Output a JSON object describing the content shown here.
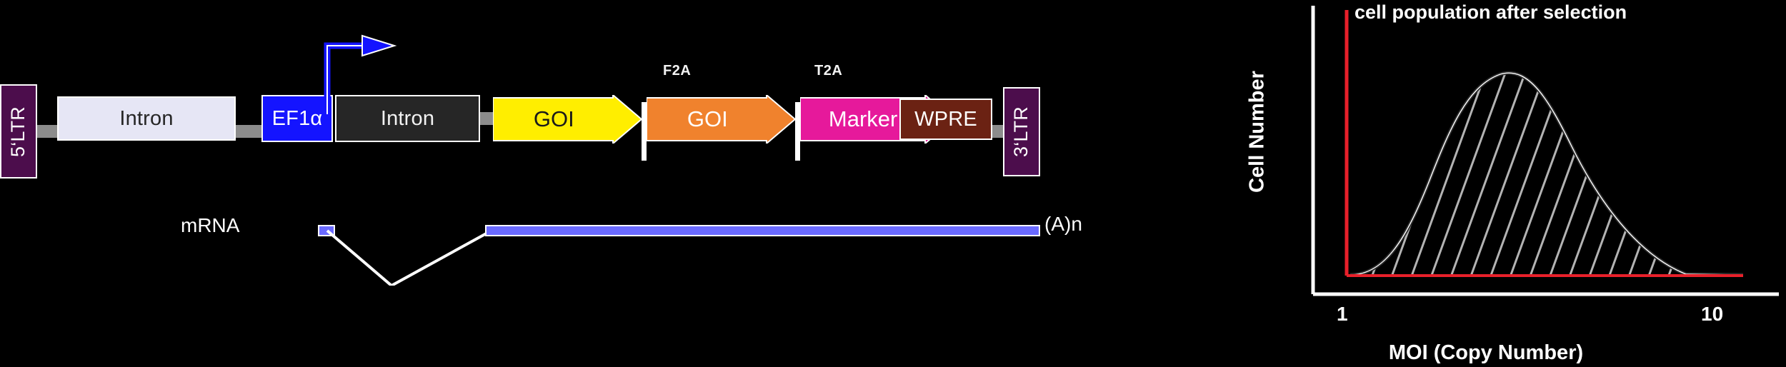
{
  "figure": {
    "background_color": "#000000",
    "panels": [
      "construct-map",
      "moi-distribution-chart"
    ]
  },
  "construct": {
    "caption_mrna": "mRNA",
    "caption_polya": "(A)n",
    "transcription_start_icon": "bent-arrow-icon",
    "transcription_start_color": "#1414ff",
    "backbone_color": "#8c8c8c",
    "features": [
      {
        "id": "ltr5",
        "label": "5‘LTR",
        "shape": "box",
        "orientation": "vertical",
        "fill": "#4c0d4c",
        "text_color": "#ffffff"
      },
      {
        "id": "intron1",
        "label": "Intron",
        "shape": "box",
        "orientation": "horizontal",
        "fill": "#e6e6f5",
        "text_color": "#262626"
      },
      {
        "id": "ef1a",
        "label": "EF1α",
        "shape": "box",
        "orientation": "horizontal",
        "fill": "#1414ff",
        "text_color": "#ffffff"
      },
      {
        "id": "intron2",
        "label": "Intron",
        "shape": "box",
        "orientation": "horizontal",
        "fill": "#262626",
        "text_color": "#f2f2f2"
      },
      {
        "id": "goi1",
        "label": "GOI",
        "shape": "arrow",
        "orientation": "horizontal",
        "fill": "#ffee00",
        "text_color": "#1a1a1a"
      },
      {
        "id": "goi2",
        "label": "GOI",
        "shape": "arrow",
        "orientation": "horizontal",
        "fill": "#f0822d",
        "text_color": "#ffffff"
      },
      {
        "id": "marker",
        "label": "Marker",
        "shape": "arrow",
        "orientation": "horizontal",
        "fill": "#e6199b",
        "text_color": "#ffffff"
      },
      {
        "id": "wpre",
        "label": "WPRE",
        "shape": "box",
        "orientation": "horizontal",
        "fill": "#6b2213",
        "text_color": "#ffffff"
      },
      {
        "id": "ltr3",
        "label": "3‘LTR",
        "shape": "box",
        "orientation": "vertical",
        "fill": "#4c0d4c",
        "text_color": "#ffffff"
      }
    ],
    "peptide_linkers": [
      {
        "id": "f2a",
        "label": "F2A"
      },
      {
        "id": "t2a",
        "label": "T2A"
      }
    ],
    "mrna": {
      "exon_color": "#6a6aff",
      "splice_line_color": "#ffffff",
      "description": "spliced transcript with polyadenylated tail"
    }
  },
  "chart_data": {
    "type": "area",
    "title": "cell population after selection",
    "xlabel": "MOI (Copy Number)",
    "ylabel": "Cell Number",
    "xtick_labels": [
      "1",
      "10"
    ],
    "xtick_values": [
      1,
      10
    ],
    "ytick_labels": [],
    "xlim": [
      0.6,
      11.5
    ],
    "ylim": [
      0,
      1.05
    ],
    "grid": false,
    "legend_position": "none",
    "axis_color": "#ffffff",
    "curve_color": "#333333",
    "curve_outline_color": "#ffffff",
    "hatch_color": "#b3b3b3",
    "hatch_pattern": "diagonal-lines",
    "threshold_line_color": "#e8202a",
    "threshold_line_x": 1,
    "baseline_color": "#e8202a",
    "x": [
      1.0,
      1.4,
      1.8,
      2.2,
      2.6,
      3.0,
      3.4,
      3.8,
      4.2,
      4.6,
      5.0,
      5.4,
      5.8,
      6.2,
      6.6,
      7.0,
      7.4,
      7.8,
      8.2,
      8.6,
      9.0,
      9.4,
      9.8,
      10.2,
      10.6,
      11.0
    ],
    "y": [
      0.0,
      0.14,
      0.3,
      0.48,
      0.66,
      0.82,
      0.93,
      0.99,
      1.0,
      0.97,
      0.92,
      0.85,
      0.77,
      0.69,
      0.61,
      0.53,
      0.45,
      0.38,
      0.31,
      0.25,
      0.19,
      0.14,
      0.1,
      0.06,
      0.03,
      0.0
    ],
    "series": [
      {
        "name": "cell population after selection",
        "values": [
          0.0,
          0.14,
          0.3,
          0.48,
          0.66,
          0.82,
          0.93,
          0.99,
          1.0,
          0.97,
          0.92,
          0.85,
          0.77,
          0.69,
          0.61,
          0.53,
          0.45,
          0.38,
          0.31,
          0.25,
          0.19,
          0.14,
          0.1,
          0.06,
          0.03,
          0.0
        ]
      }
    ]
  }
}
